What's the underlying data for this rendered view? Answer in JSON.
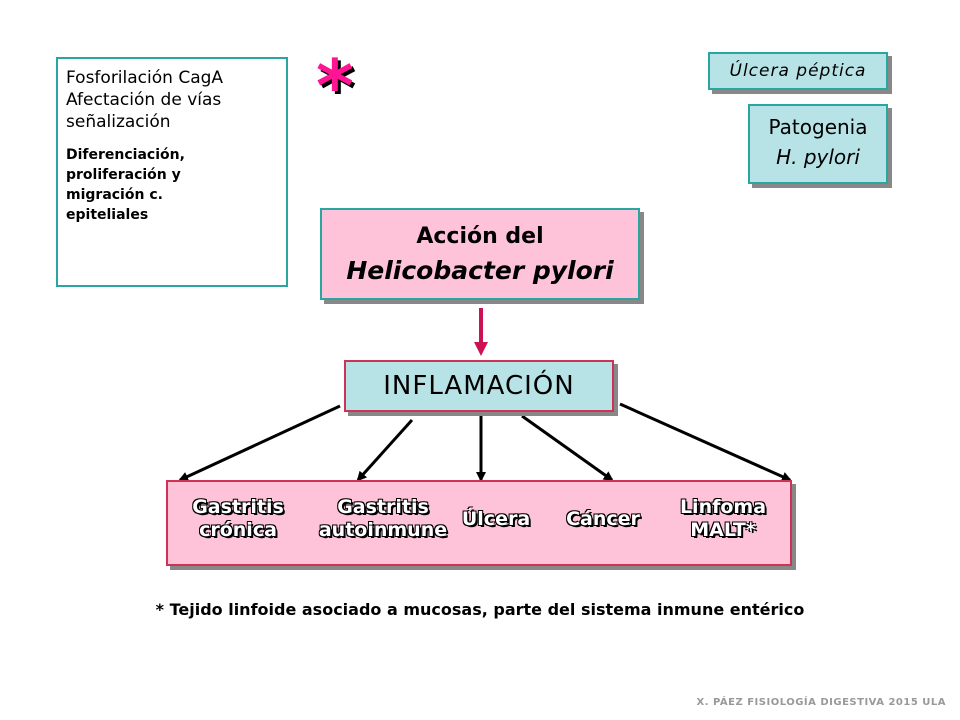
{
  "info_box": {
    "line1": "Fosforilación CagA",
    "line2": "Afectación de vías",
    "line3": "señalización",
    "bold_lines": [
      "Diferenciación,",
      "proliferación y",
      "migración c.",
      "epiteliales"
    ]
  },
  "star": "*",
  "ulcera_label": "Úlcera péptica",
  "patogenia": {
    "line1": "Patogenia",
    "line2": "H. pylori"
  },
  "accion": {
    "line1": "Acción del",
    "line2": "Helicobacter pylori"
  },
  "inflamacion": "INFLAMACIÓN",
  "outcomes": {
    "gastritis_cronica": [
      "Gastritis",
      "crónica"
    ],
    "gastritis_autoinmune": [
      "Gastritis",
      "autoinmune"
    ],
    "ulcera": "Úlcera",
    "cancer": "Cáncer",
    "linfoma": [
      "Linfoma",
      "MALT*"
    ]
  },
  "footnote": "* Tejido linfoide asociado a mucosas, parte del sistema inmune entérico",
  "credit": "X. PÁEZ  FISIOLOGÍA DIGESTIVA 2015 ULA",
  "colors": {
    "teal": "#2aa6a0",
    "light_blue": "#b7e3e6",
    "pink": "#fec3d8",
    "magenta": "#cc3355",
    "star": "#ff1493"
  }
}
